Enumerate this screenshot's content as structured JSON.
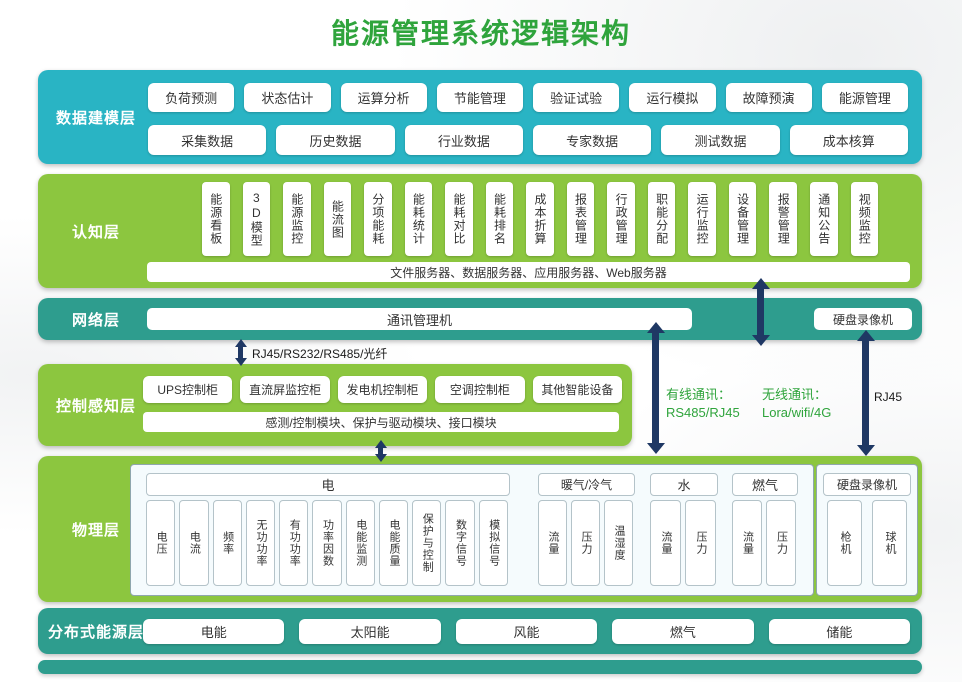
{
  "title": "能源管理系统逻辑架构",
  "colors": {
    "cyan_band": "#29b4c4",
    "teal_band": "#2e9d8e",
    "green_band": "#8cc63f",
    "arrow": "#1f3864",
    "title_green": "#2fa43c",
    "annotation_green": "#2fa43c"
  },
  "layers": {
    "data_modeling": {
      "label": "数据建模层",
      "row1": [
        "负荷预测",
        "状态估计",
        "运算分析",
        "节能管理",
        "验证试验",
        "运行模拟",
        "故障预演",
        "能源管理"
      ],
      "row2": [
        "采集数据",
        "历史数据",
        "行业数据",
        "专家数据",
        "测试数据",
        "成本核算"
      ]
    },
    "cognition": {
      "label": "认知层",
      "modules": [
        "能源看板",
        "3D模型",
        "能源监控",
        "能流图",
        "分项能耗",
        "能耗统计",
        "能耗对比",
        "能耗排名",
        "成本折算",
        "报表管理",
        "行政管理",
        "职能分配",
        "运行监控",
        "设备管理",
        "报警管理",
        "通知公告",
        "视频监控"
      ],
      "servers": "文件服务器、数据服务器、应用服务器、Web服务器"
    },
    "network": {
      "label": "网络层",
      "comm_manager": "通讯管理机",
      "dvr": "硬盘录像机"
    },
    "control": {
      "label": "控制感知层",
      "cabinets": [
        "UPS控制柜",
        "直流屏监控柜",
        "发电机控制柜",
        "空调控制柜",
        "其他智能设备"
      ],
      "modules_bar": "感测/控制模块、保护与驱动模块、接口模块"
    },
    "physical": {
      "label": "物理层",
      "electric": {
        "header": "电",
        "items": [
          "电压",
          "电流",
          "频率",
          "无功功率",
          "有功功率",
          "功率因数",
          "电能监测",
          "电能质量",
          "保护与控制",
          "数字信号",
          "模拟信号"
        ]
      },
      "hvac": {
        "header": "暖气/冷气",
        "items": [
          "流量",
          "压力",
          "温湿度"
        ]
      },
      "water": {
        "header": "水",
        "items": [
          "流量",
          "压力"
        ]
      },
      "gas": {
        "header": "燃气",
        "items": [
          "流量",
          "压力"
        ]
      },
      "dvr": {
        "header": "硬盘录像机",
        "items": [
          "枪机",
          "球机"
        ]
      }
    },
    "distributed": {
      "label": "分布式能源层",
      "items": [
        "电能",
        "太阳能",
        "风能",
        "燃气",
        "储能"
      ]
    }
  },
  "annotations": {
    "left_link": "RJ45/RS232/RS485/光纤",
    "wired_title": "有线通讯：",
    "wired_value": "RS485/RJ45",
    "wireless_title": "无线通讯：",
    "wireless_value": "Lora/wifi/4G",
    "rj45": "RJ45"
  }
}
